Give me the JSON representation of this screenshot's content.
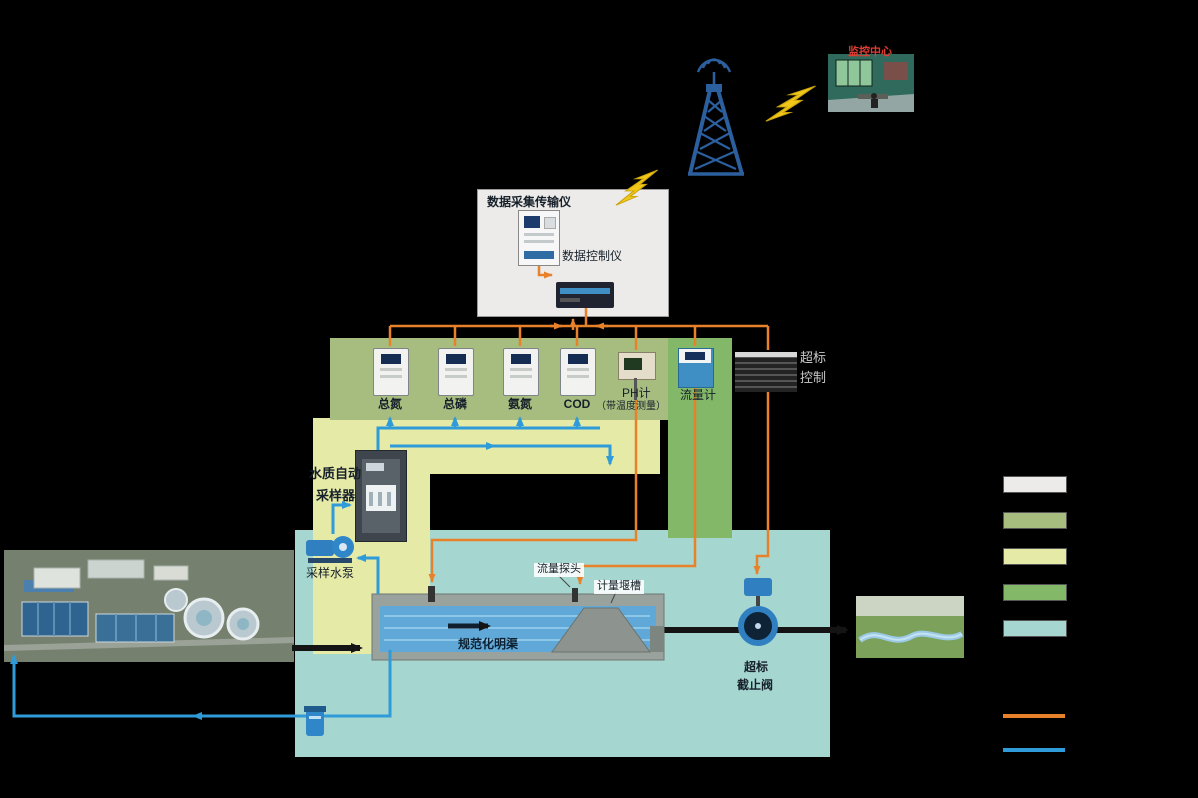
{
  "monitor_center": {
    "label": "监控中心"
  },
  "collector": {
    "title": "数据采集传输仪",
    "controller_label": "数据控制仪"
  },
  "analyzers": {
    "items": [
      {
        "label": "总氮"
      },
      {
        "label": "总磷"
      },
      {
        "label": "氨氮"
      },
      {
        "label": "COD"
      }
    ]
  },
  "ph_meter": {
    "label": "PH计",
    "note": "（带温度测量）"
  },
  "flow_meter": {
    "label": "流量计"
  },
  "overlimit_controller": {
    "line1": "超标",
    "line2": "控制"
  },
  "sampler": {
    "line1": "水质自动",
    "line2": "采样器"
  },
  "sampling_pump": {
    "label": "采样水泵"
  },
  "flow_probe": {
    "label": "流量探头"
  },
  "weir": {
    "label": "计量堰槽"
  },
  "channel": {
    "label": "规范化明渠"
  },
  "shutoff_valve": {
    "line1": "超标",
    "line2": "截止阀"
  },
  "colors": {
    "background": "#000000",
    "collector_panel": "#ECEBE9",
    "analyzer_panel": "#A6BD7F",
    "sampling_panel": "#E6EAA7",
    "meter_panel": "#83B868",
    "channel_panel": "#A5D6CF",
    "signal_line": "#E8822A",
    "water_line": "#2F9BD8",
    "flow_line": "#141414",
    "tower_blue": "#2B5F9E",
    "lightning_yellow": "#F2C818",
    "monitor_label_red": "#E03C31"
  },
  "legend": {
    "swatches": [
      {
        "name": "collector-panel",
        "color": "#ECEBE9"
      },
      {
        "name": "analyzer-panel",
        "color": "#A6BD7F"
      },
      {
        "name": "sampling-panel",
        "color": "#E6EAA7"
      },
      {
        "name": "meter-panel",
        "color": "#83B868"
      },
      {
        "name": "channel-panel",
        "color": "#A5D6CF"
      }
    ],
    "lines": [
      {
        "name": "signal-line",
        "color": "#E8822A"
      },
      {
        "name": "water-line",
        "color": "#2F9BD8"
      }
    ]
  }
}
